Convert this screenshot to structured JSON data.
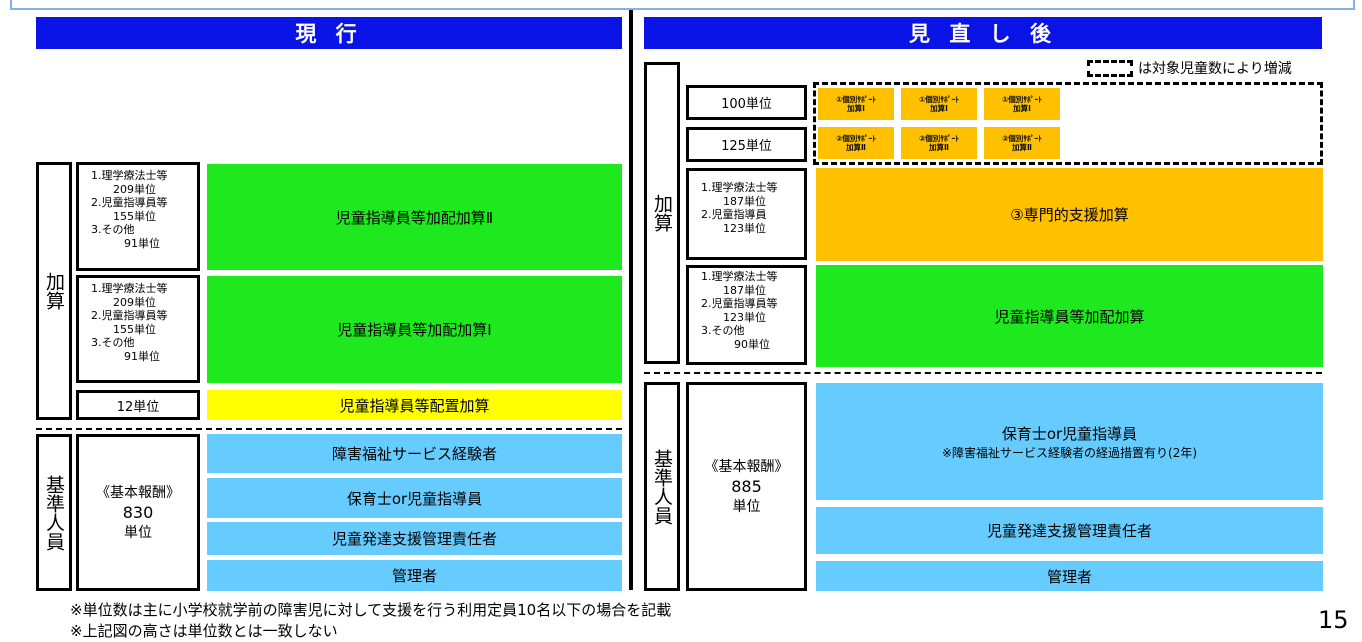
{
  "current": {
    "header": "現 行",
    "kasan_label": "加算",
    "kihon_label": "基準人員",
    "addition2": {
      "units": "1.理学療法士等\n　　209単位\n2.児童指導員等\n　　155単位\n3.その他\n　　　91単位",
      "name": "児童指導員等加配加算Ⅱ"
    },
    "addition1": {
      "units": "1.理学療法士等\n　　209単位\n2.児童指導員等\n　　155単位\n3.その他\n　　　91単位",
      "name": "児童指導員等加配加算Ⅰ"
    },
    "placement": {
      "units": "12単位",
      "name": "児童指導員等配置加算"
    },
    "base": {
      "label": "《基本報酬》",
      "value": "830",
      "unit": "単位"
    },
    "staff": [
      "障害福祉サービス経験者",
      "保育士or児童指導員",
      "児童発達支援管理責任者",
      "管理者"
    ]
  },
  "revised": {
    "header": "見 直 し 後",
    "legend": "は対象児童数により増減",
    "kasan_label": "加算",
    "kihon_label": "基準人員",
    "support1": {
      "units": "100単位",
      "items": [
        "①個別ｻﾎﾟｰﾄ\n加算Ⅰ",
        "①個別ｻﾎﾟｰﾄ\n加算Ⅰ",
        "①個別ｻﾎﾟｰﾄ\n加算Ⅰ"
      ]
    },
    "support2": {
      "units": "125単位",
      "items": [
        "②個別ｻﾎﾟｰﾄ\n加算Ⅱ",
        "②個別ｻﾎﾟｰﾄ\n加算Ⅱ",
        "②個別ｻﾎﾟｰﾄ\n加算Ⅱ"
      ]
    },
    "specialist": {
      "units": "1.理学療法士等\n　　187単位\n2.児童指導員\n　　123単位",
      "name": "③専門的支援加算"
    },
    "addition": {
      "units": "1.理学療法士等\n　　187単位\n2.児童指導員等\n　　123単位\n3.その他\n　　　90単位",
      "name": "児童指導員等加配加算"
    },
    "base": {
      "label": "《基本報酬》",
      "value": "885",
      "unit": "単位"
    },
    "staff_main": {
      "title": "保育士or児童指導員",
      "note": "※障害福祉サービス経験者の経過措置有り(2年)"
    },
    "staff": [
      "児童発達支援管理責任者",
      "管理者"
    ]
  },
  "footnotes": [
    "※単位数は主に小学校就学前の障害児に対して支援を行う利用定員10名以下の場合を記載",
    "※上記図の高さは単位数とは一致しない"
  ],
  "page_number": "15",
  "colors": {
    "header": "#0a14e6",
    "green": "#1ee81e",
    "blue": "#66ccff",
    "yellow": "#ffff00",
    "orange": "#ffc000"
  }
}
